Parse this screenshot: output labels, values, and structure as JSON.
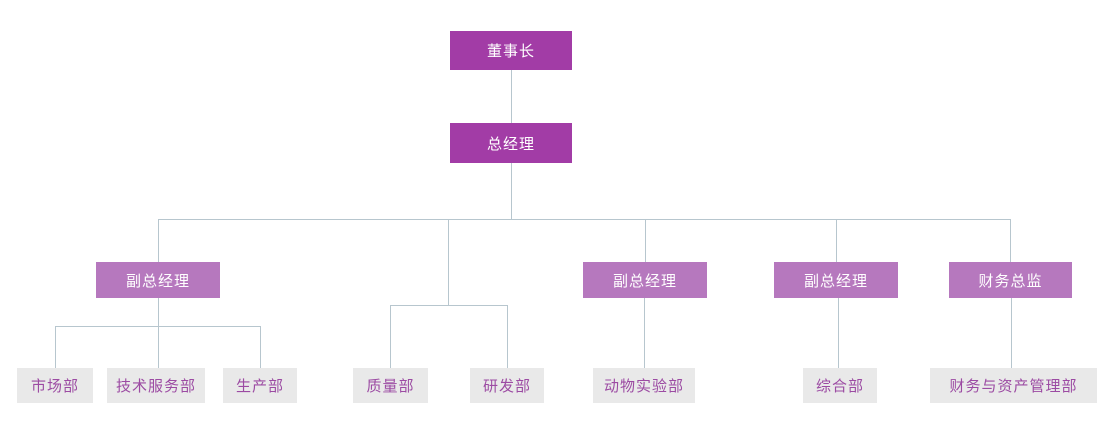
{
  "colors": {
    "background": "#ffffff",
    "executive_fill": "#a23ca6",
    "manager_fill": "#b678be",
    "department_fill": "#e9e9e9",
    "department_text": "#9c4ba3",
    "node_text": "#ffffff",
    "connector": "#b7c6ce"
  },
  "org_chart": {
    "nodes": {
      "chairman": {
        "label": "董事长"
      },
      "general_manager": {
        "label": "总经理"
      },
      "deputy_gm_1": {
        "label": "副总经理"
      },
      "deputy_gm_2": {
        "label": "副总经理"
      },
      "deputy_gm_3": {
        "label": "副总经理"
      },
      "finance_director": {
        "label": "财务总监"
      },
      "marketing_dept": {
        "label": "市场部"
      },
      "tech_service_dept": {
        "label": "技术服务部"
      },
      "production_dept": {
        "label": "生产部"
      },
      "quality_dept": {
        "label": "质量部"
      },
      "rnd_dept": {
        "label": "研发部"
      },
      "animal_lab_dept": {
        "label": "动物实验部"
      },
      "general_affairs_dept": {
        "label": "综合部"
      },
      "finance_asset_dept": {
        "label": "财务与资产管理部"
      }
    }
  }
}
